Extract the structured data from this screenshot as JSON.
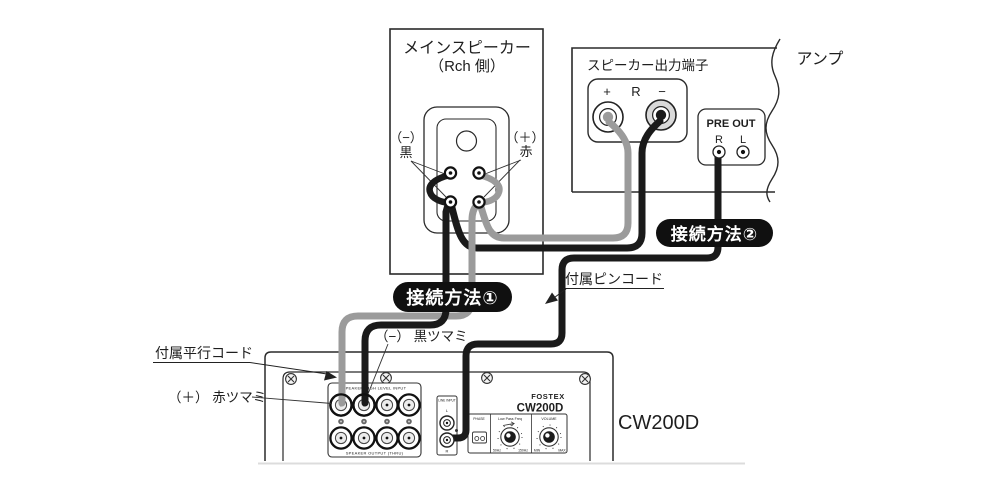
{
  "speaker": {
    "title_line1": "メインスピーカー",
    "title_line2": "（Rch 側）",
    "neg_label": "（−）",
    "neg_color": "黒",
    "pos_label": "（＋）",
    "pos_color": "赤"
  },
  "amp": {
    "label": "アンプ",
    "speaker_out_title": "スピーカー出力端子",
    "plus": "+",
    "channel": "R",
    "minus": "−",
    "preout_title": "PRE OUT",
    "preout_r": "R",
    "preout_l": "L"
  },
  "badges": {
    "method1": "接続方法①",
    "method2": "接続方法②"
  },
  "float_labels": {
    "pin_cord": "付属ピンコード",
    "parallel_cord": "付属平行コード",
    "black_knob": "（−） 黒ツマミ",
    "red_knob": "（＋） 赤ツマミ"
  },
  "subwoofer": {
    "model_big": "CW200D",
    "panel": {
      "hl_input_title": "SPEAKER HIGH LEVEL INPUT",
      "sp_output_title": "SPEAKER OUTPUT (THRU)",
      "post_marks": [
        "+",
        "−",
        "+",
        "−"
      ],
      "line_input": {
        "title": "LINE INPUT",
        "jack_top": "L",
        "jack_bottom": "R"
      },
      "phase_title": "PHASE",
      "lowpass_title": "Low Pass Freq",
      "lowpass_min": "50Hz",
      "lowpass_max": "150Hz",
      "volume_title": "VOLUME",
      "volume_min": "MIN",
      "volume_max": "MAX",
      "brand": "FOSTEX",
      "model": "CW200D"
    }
  },
  "colors": {
    "wire_gray": "#9b9b9b",
    "wire_black": "#1a1a1a",
    "line": "#2a2a2a",
    "badge_bg": "#101010",
    "badge_text": "#ffffff"
  }
}
